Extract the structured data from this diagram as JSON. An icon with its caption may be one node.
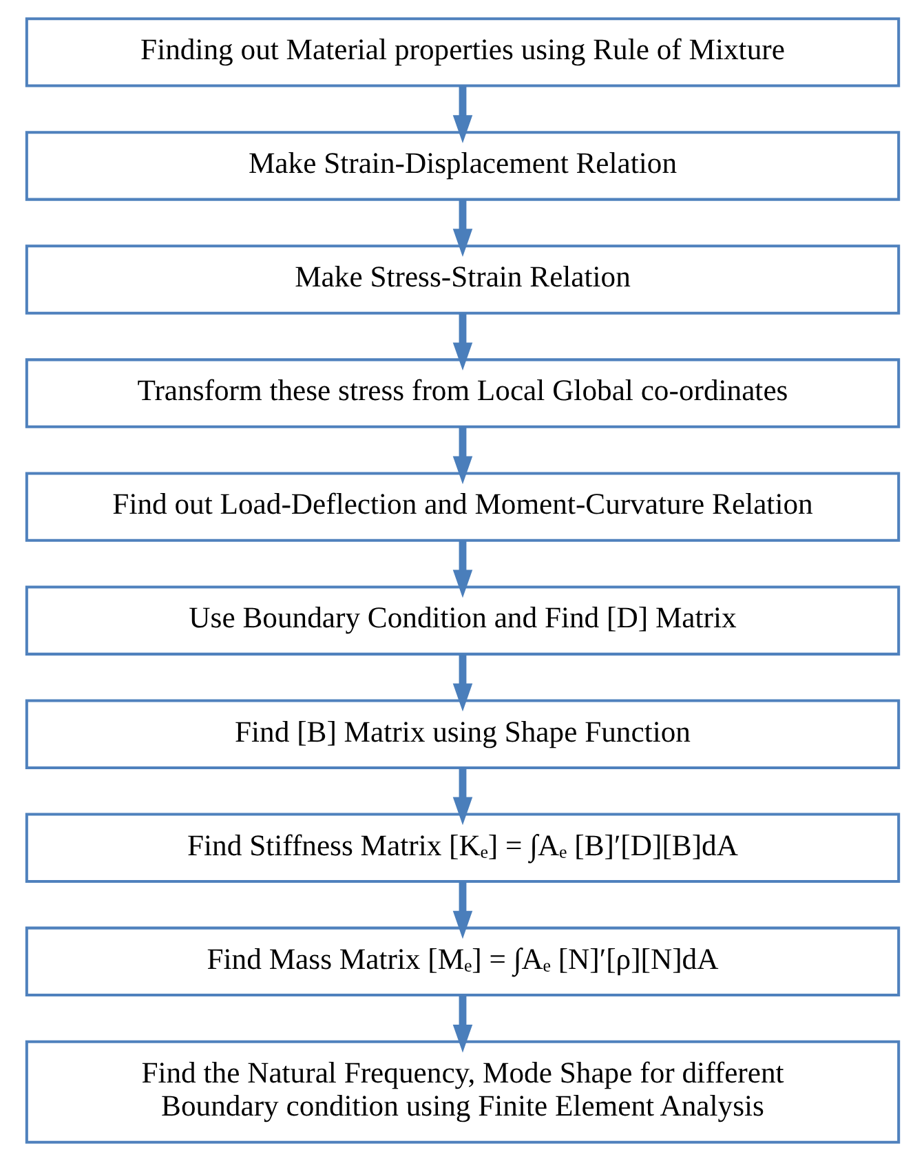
{
  "diagram": {
    "nodes": [
      {
        "text": [
          "Finding out Material properties using Rule of Mixture"
        ]
      },
      {
        "text": [
          "Make Strain-Displacement Relation"
        ]
      },
      {
        "text": [
          "Make Stress-Strain Relation"
        ]
      },
      {
        "text": [
          "Transform these stress from Local Global co-ordinates"
        ]
      },
      {
        "text": [
          "Find out Load-Deflection and Moment-Curvature Relation"
        ]
      },
      {
        "text": [
          "Use Boundary Condition and Find [D] Matrix"
        ]
      },
      {
        "text": [
          "Find [B] Matrix using Shape Function"
        ]
      },
      {
        "text": [
          "Find Stiffness Matrix [Kₑ] = ∫Aₑ [B]′[D][B]dA"
        ]
      },
      {
        "text": [
          "Find Mass Matrix [Mₑ] = ∫Aₑ [N]′[ρ][N]dA"
        ]
      },
      {
        "text": [
          "Find the Natural Frequency, Mode Shape for different Boundary condition using Finite Element Analysis"
        ]
      }
    ],
    "edges": [
      {
        "from": 0,
        "to": 1,
        "arrow": "to"
      },
      {
        "from": 1,
        "to": 2,
        "arrow": "to"
      },
      {
        "from": 2,
        "to": 3,
        "arrow": "to"
      },
      {
        "from": 3,
        "to": 4,
        "arrow": "to"
      },
      {
        "from": 4,
        "to": 5,
        "arrow": "to"
      },
      {
        "from": 5,
        "to": 6,
        "arrow": "to"
      },
      {
        "from": 6,
        "to": 7,
        "arrow": "to"
      },
      {
        "from": 7,
        "to": 8,
        "arrow": "to"
      },
      {
        "from": 8,
        "to": 9,
        "arrow": "to"
      }
    ]
  }
}
